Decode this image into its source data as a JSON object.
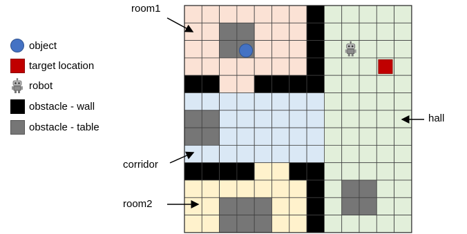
{
  "legend": [
    {
      "key": "object",
      "label": "object",
      "icon": "circle",
      "color": "#4472c4"
    },
    {
      "key": "target",
      "label": "target location",
      "icon": "square",
      "color": "#c00000"
    },
    {
      "key": "robot",
      "label": "robot",
      "icon": "robot-icon",
      "color": "#8c8c8c"
    },
    {
      "key": "wall",
      "label": "obstacle - wall",
      "icon": "square",
      "color": "#000000"
    },
    {
      "key": "table",
      "label": "obstacle - table",
      "icon": "square",
      "color": "#767676"
    }
  ],
  "regions": {
    "room1": "room1",
    "corridor": "corridor",
    "room2": "room2",
    "hall": "hall"
  },
  "colors": {
    "room1": "#fbe2d5",
    "corridor": "#dae8f5",
    "room2": "#fff2cc",
    "hall": "#e2efda",
    "wall": "#000000",
    "table": "#767676",
    "target": "#c00000",
    "object": "#4472c4",
    "grid_line": "#404040"
  },
  "grid": {
    "rows": 13,
    "cols": 13,
    "map": [
      "RRRRRRRWHHHHH",
      "RRTTRRRWHHHHH",
      "RRTTRRRWHHHHH",
      "RRRRRRRWHHHHH",
      "WWRRWWWWHHHHH",
      "CCCCCCCCHHHHH",
      "TTCCCCCCHHHHH",
      "TTCCCCCCHHHHH",
      "CCCCCCCCHHHHH",
      "WWWWYYWWHHHHH",
      "YYYYYYYWHTTHH",
      "YYTTTYYWHTTHH",
      "YYTTTYYWHHHHH"
    ],
    "legend_codes": {
      "R": "room1",
      "C": "corridor",
      "Y": "room2",
      "H": "hall",
      "W": "wall",
      "T": "table"
    },
    "object_cell": {
      "row": 2,
      "col": 3
    },
    "target_cell": {
      "row": 3,
      "col": 11
    },
    "robot_cell": {
      "row": 2,
      "col": 9
    }
  }
}
